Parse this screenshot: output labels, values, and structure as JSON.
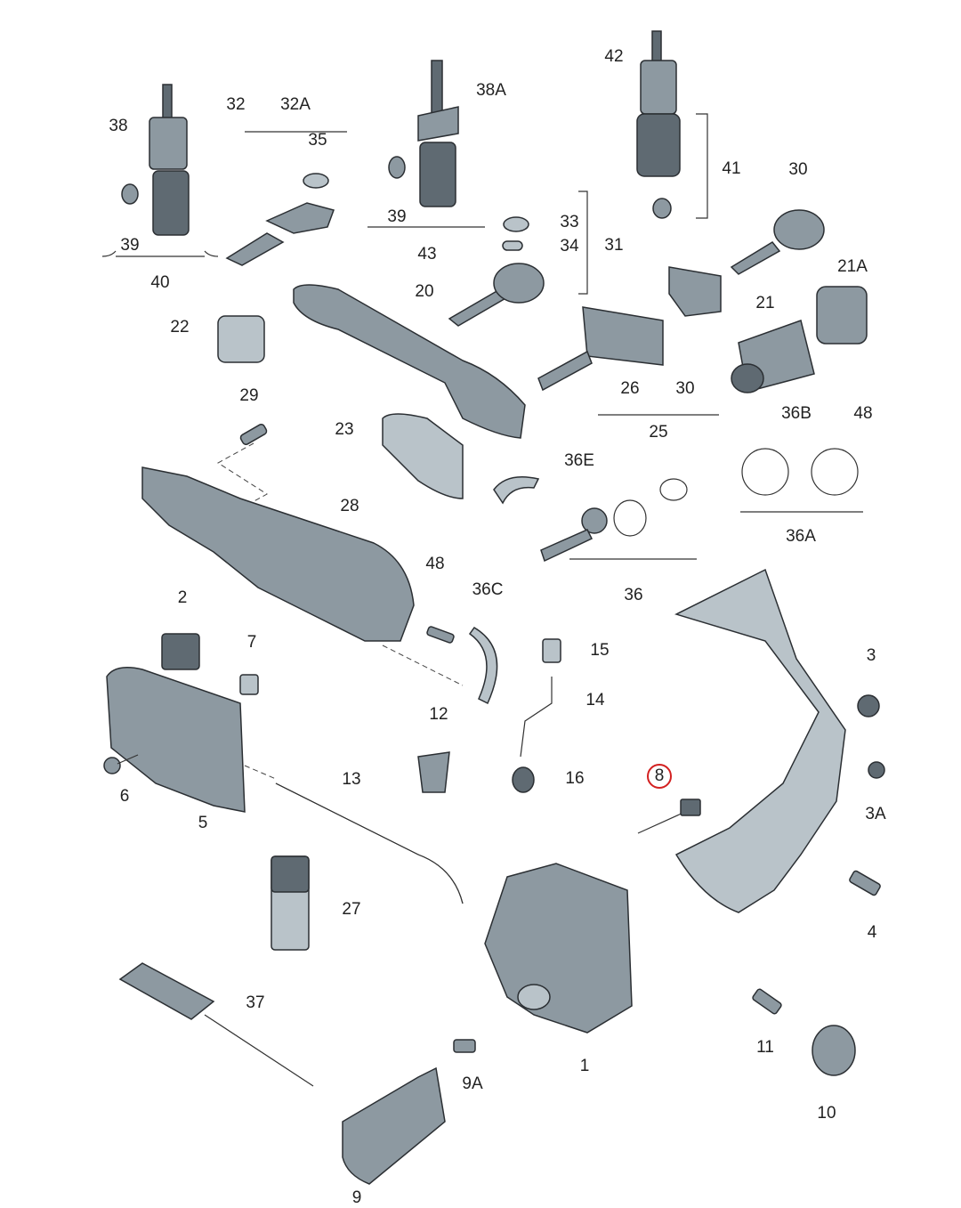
{
  "diagram": {
    "title": "Door lock, handle and key components exploded view",
    "highlight_color": "#d32020",
    "highlighted_part": "8",
    "callouts": [
      "38",
      "32",
      "32A",
      "35",
      "38A",
      "42",
      "41",
      "30",
      "39",
      "40",
      "39",
      "43",
      "33",
      "34",
      "31",
      "20",
      "21A",
      "21",
      "22",
      "26",
      "30",
      "25",
      "36B",
      "48",
      "29",
      "23",
      "36E",
      "36A",
      "28",
      "48",
      "36C",
      "36",
      "2",
      "7",
      "15",
      "14",
      "3",
      "12",
      "16",
      "8",
      "3A",
      "6",
      "5",
      "13",
      "27",
      "4",
      "37",
      "11",
      "1",
      "9A",
      "10",
      "9"
    ]
  }
}
